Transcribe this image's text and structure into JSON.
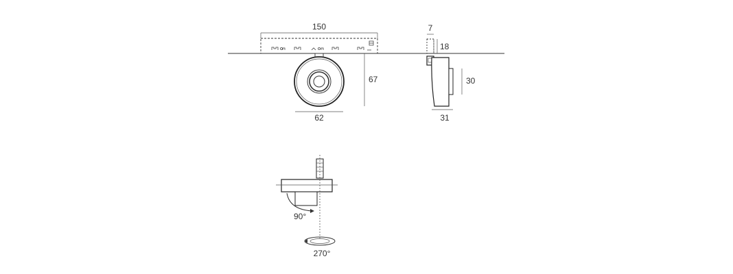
{
  "dimensions": {
    "track_length": "150",
    "track_width": "7",
    "track_height": "18",
    "projection": "67",
    "head_diameter": "62",
    "head_thickness": "30",
    "head_depth": "31"
  },
  "rotation": {
    "tilt": "90°",
    "spin": "270°"
  }
}
